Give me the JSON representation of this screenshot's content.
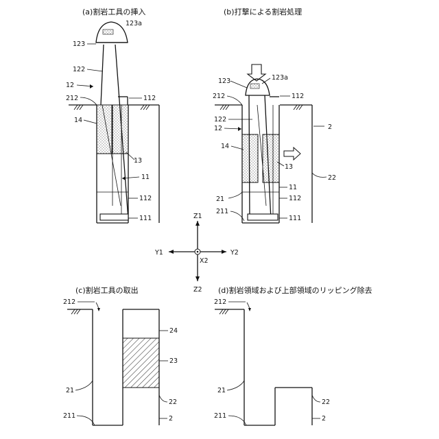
{
  "panels": {
    "a": {
      "caption": "(a)割岩工具の挿入"
    },
    "b": {
      "caption": "(b)打撃による割岩処理"
    },
    "c": {
      "caption": "(c)割岩工具の取出"
    },
    "d": {
      "caption": "(d)割岩領域および上部領域のリッピング除去"
    }
  },
  "labels": {
    "a": [
      "123a",
      "123",
      "122",
      "12",
      "212",
      "112",
      "14",
      "13",
      "11",
      "112",
      "111"
    ],
    "b": [
      "123",
      "123a",
      "212",
      "112",
      "122",
      "12",
      "2",
      "14",
      "13",
      "22",
      "11",
      "21",
      "112",
      "211",
      "111"
    ],
    "c": [
      "212",
      "24",
      "23",
      "21",
      "22",
      "211",
      "2"
    ],
    "d": [
      "212",
      "21",
      "22",
      "211",
      "2"
    ]
  },
  "axes": {
    "z1": "Z1",
    "z2": "Z2",
    "y1": "Y1",
    "y2": "Y2",
    "x2": "X2"
  }
}
